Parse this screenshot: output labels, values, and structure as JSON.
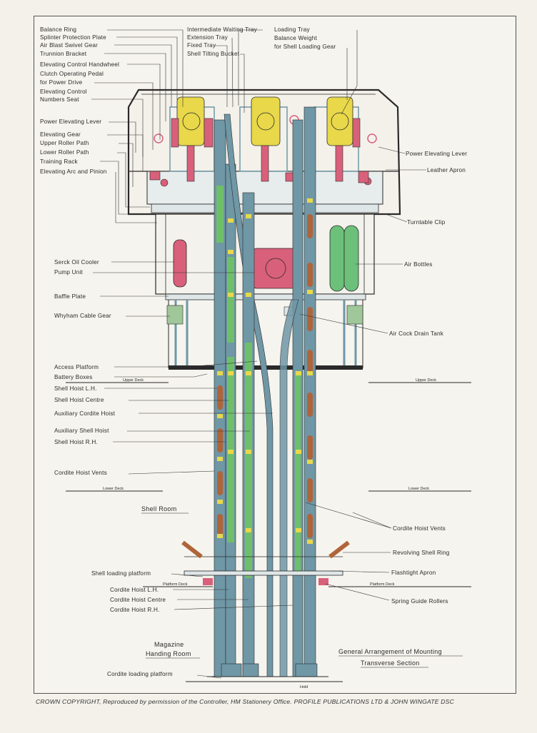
{
  "labels_left": [
    "Balance Ring",
    "Splinter Protection Plate",
    "Air Blast Swivel Gear",
    "Trunnion Bracket",
    "Elevating Control Handwheel",
    "Clutch Operating Pedal",
    "for Power Drive",
    "Elevating Control",
    "Numbers Seat",
    "Power Elevating Lever",
    "Elevating Gear",
    "Upper Roller Path",
    "Lower Roller Path",
    "Training Rack",
    "Elevating Arc and Pinion",
    "Serck Oil Cooler",
    "Pump Unit",
    "Baffle Plate",
    "Whyham Cable Gear",
    "Access Platform",
    "Battery Boxes",
    "Shell Hoist L.H.",
    "Shell Hoist Centre",
    "Auxiliary Cordite Hoist",
    "Auxiliary Shell Hoist",
    "Shell Hoist R.H.",
    "Cordite Hoist Vents",
    "Shell loading platform",
    "Cordite Hoist L.H.",
    "Cordite Hoist Centre",
    "Cordite Hoist R.H.",
    "Cordite loading platform"
  ],
  "labels_top": [
    "Intermediate Waiting Tray",
    "Extension Tray",
    "Fixed Tray",
    "Shell Tilting Bucket",
    "Loading Tray",
    "Balance Weight",
    "for Shell Loading Gear"
  ],
  "labels_right": [
    "Power Elevating Lever",
    "Leather Apron",
    "Turntable Clip",
    "Air Bottles",
    "Air Cock Drain Tank",
    "Cordite Hoist Vents",
    "Revolving Shell Ring",
    "Flashtight Apron",
    "Spring Guide Rollers"
  ],
  "decks": {
    "upper_left": "Upper Deck",
    "upper_right": "Upper Deck",
    "lower_left": "Lower Deck",
    "lower_right": "Lower Deck",
    "platform_left": "Platform Deck",
    "platform_right": "Platform Deck",
    "hold": "Hold"
  },
  "rooms": {
    "shell_room": "Shell Room",
    "magazine": "Magazine",
    "handing_room": "Handing Room"
  },
  "title": {
    "line1": "General Arrangement of Mounting",
    "line2": "Transverse Section"
  },
  "copyright": "CROWN COPYRIGHT, Reproduced by permission of the Controller, HM Stationery Office. PROFILE PUBLICATIONS LTD & JOHN WINGATE DSC",
  "colors": {
    "steel_blue": "#6f97a6",
    "hoist_green": "#6fbf6a",
    "machinery_yellow": "#e8d84a",
    "machinery_red": "#d9607a",
    "shell_brown": "#b0643a",
    "air_bottle_green": "#6cc07a"
  }
}
